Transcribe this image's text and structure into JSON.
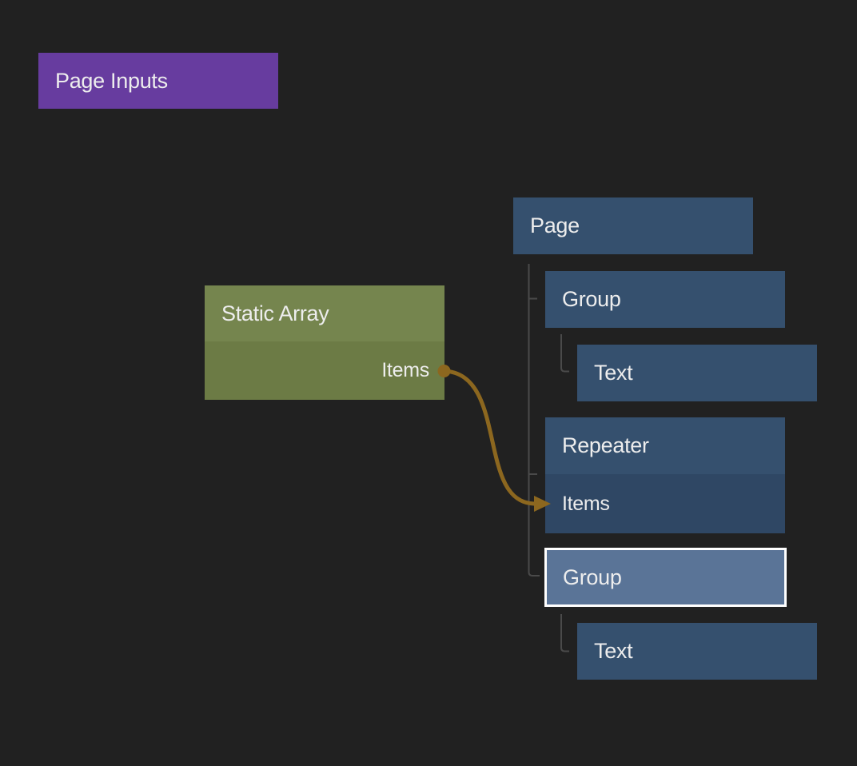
{
  "canvas": {
    "background_color": "#212121",
    "tree_line_color": "#4A4A4A",
    "wire_color": "#8C671F",
    "selection_border_color": "#FFFFFF",
    "text_color": "#EDEDED"
  },
  "nodes": {
    "page_inputs": {
      "label": "Page Inputs",
      "color": "#673C9F"
    },
    "static_array": {
      "label": "Static Array",
      "header_color": "#75854E",
      "body_color": "#6C7B45",
      "outputs": [
        {
          "label": "Items"
        }
      ]
    },
    "page": {
      "label": "Page",
      "color": "#35506E"
    },
    "group": {
      "label": "Group",
      "color": "#35506E"
    },
    "text": {
      "label": "Text",
      "color": "#35506E"
    },
    "repeater": {
      "label": "Repeater",
      "header_color": "#35506E",
      "body_color": "#2F4764",
      "inputs": [
        {
          "label": "Items"
        }
      ]
    },
    "group_selected": {
      "label": "Group",
      "color": "#5A7497",
      "selected": true
    },
    "text_2": {
      "label": "Text",
      "color": "#35506E"
    }
  },
  "connections": [
    {
      "from_node": "Static Array",
      "from_port": "Items",
      "to_node": "Repeater",
      "to_port": "Items"
    }
  ]
}
